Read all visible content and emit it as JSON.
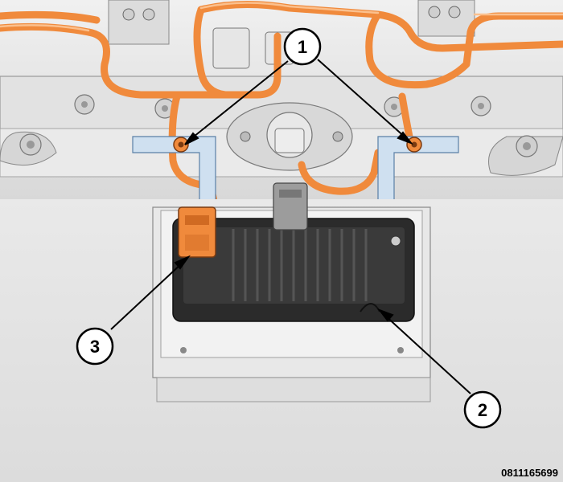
{
  "figure_id": "0811165699",
  "callouts": [
    {
      "number": "1"
    },
    {
      "number": "2"
    },
    {
      "number": "3"
    }
  ],
  "colors": {
    "harness_orange": "#f08a3c",
    "sheet_metal": "#e4e4e4",
    "bracket_blue": "#cfe0f0",
    "module_black": "#2b2b2b"
  }
}
